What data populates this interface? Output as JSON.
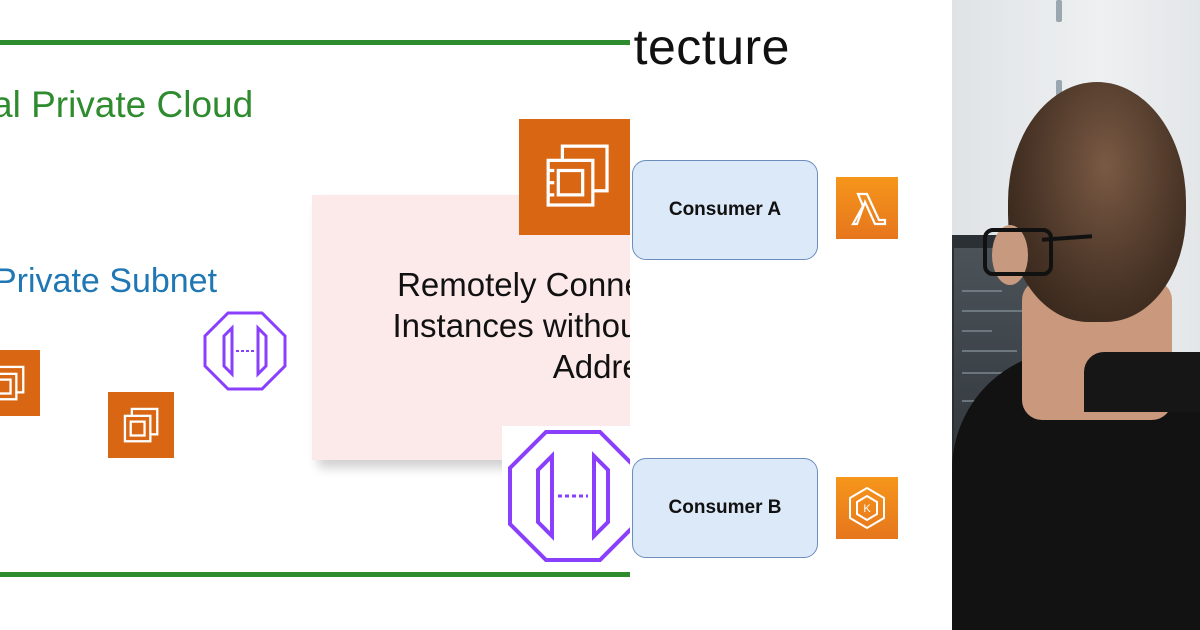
{
  "left_slide": {
    "vpc_title": "al Private Cloud",
    "subnet_title": "Private Subnet",
    "callout_lines": [
      "Remotely Conne",
      "Instances without",
      "Addres"
    ]
  },
  "architecture": {
    "title": "itecture",
    "consumers": [
      {
        "label": "Consumer A",
        "service_icon": "lambda-icon"
      },
      {
        "label": "Consumer B",
        "service_icon": "eks-icon"
      }
    ]
  },
  "colors": {
    "vpc_green": "#2e8b2e",
    "subnet_blue": "#1f77b4",
    "ec2_orange": "#d86613",
    "endpoint_purple": "#8a3ffc",
    "consumer_fill": "#dce9f8",
    "consumer_border": "#6c8ebf"
  },
  "photo": {
    "subject": "person-at-computer-photo"
  }
}
